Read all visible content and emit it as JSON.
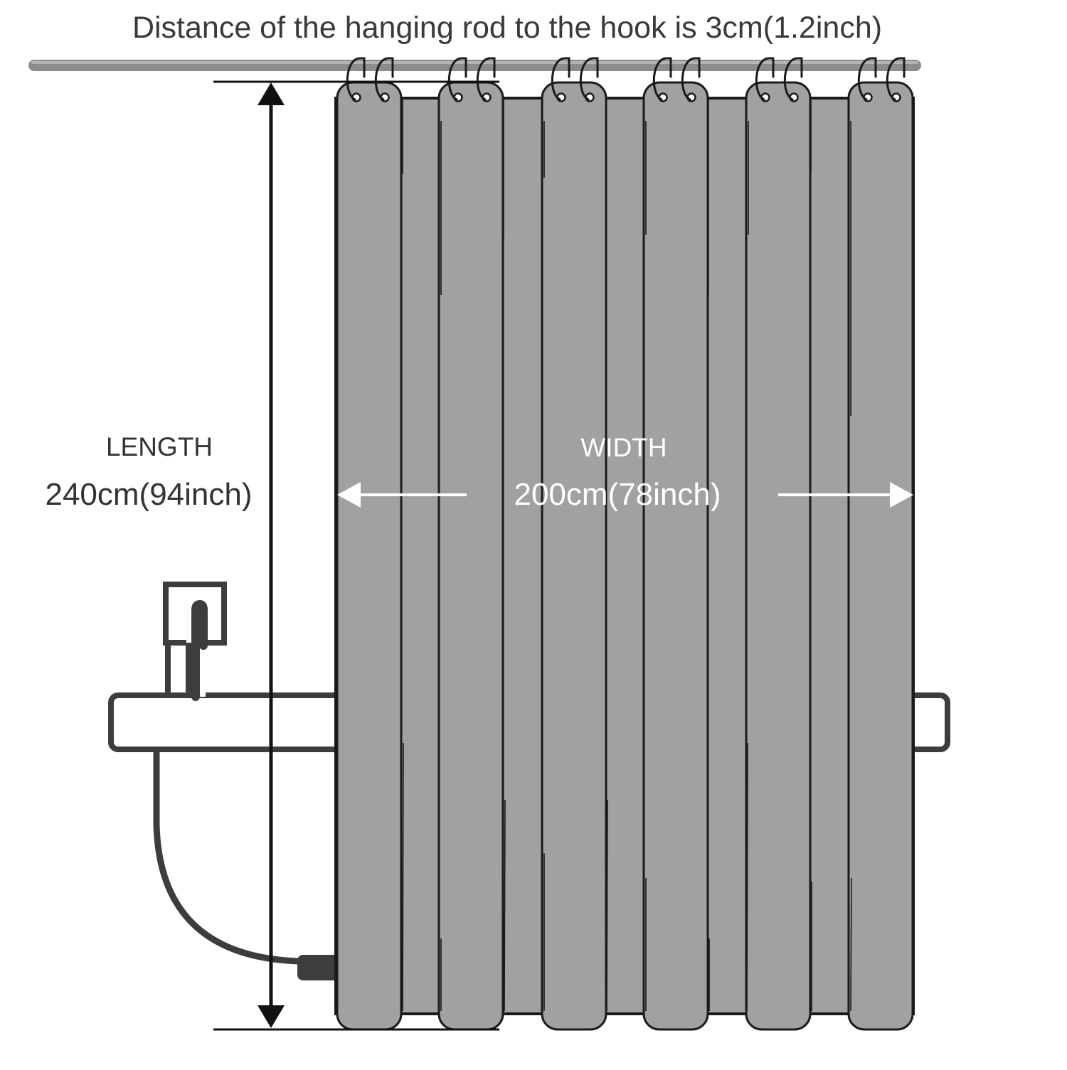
{
  "caption": "Distance of the hanging rod to the hook is 3cm(1.2inch)",
  "length": {
    "label": "LENGTH",
    "value": "240cm(94inch)"
  },
  "width": {
    "label": "WIDTH",
    "value": "200cm(78inch)"
  },
  "colors": {
    "curtain": "#a1a1a1",
    "outline": "#1a1a1a",
    "rod": "#8c8c8c",
    "tub": "#3d3d3d",
    "arrow_white": "#ffffff",
    "arrow_black": "#111111"
  },
  "icons": [
    "curtain-rod",
    "shower-curtain",
    "curtain-ring-icon",
    "bathtub",
    "faucet-icon"
  ]
}
